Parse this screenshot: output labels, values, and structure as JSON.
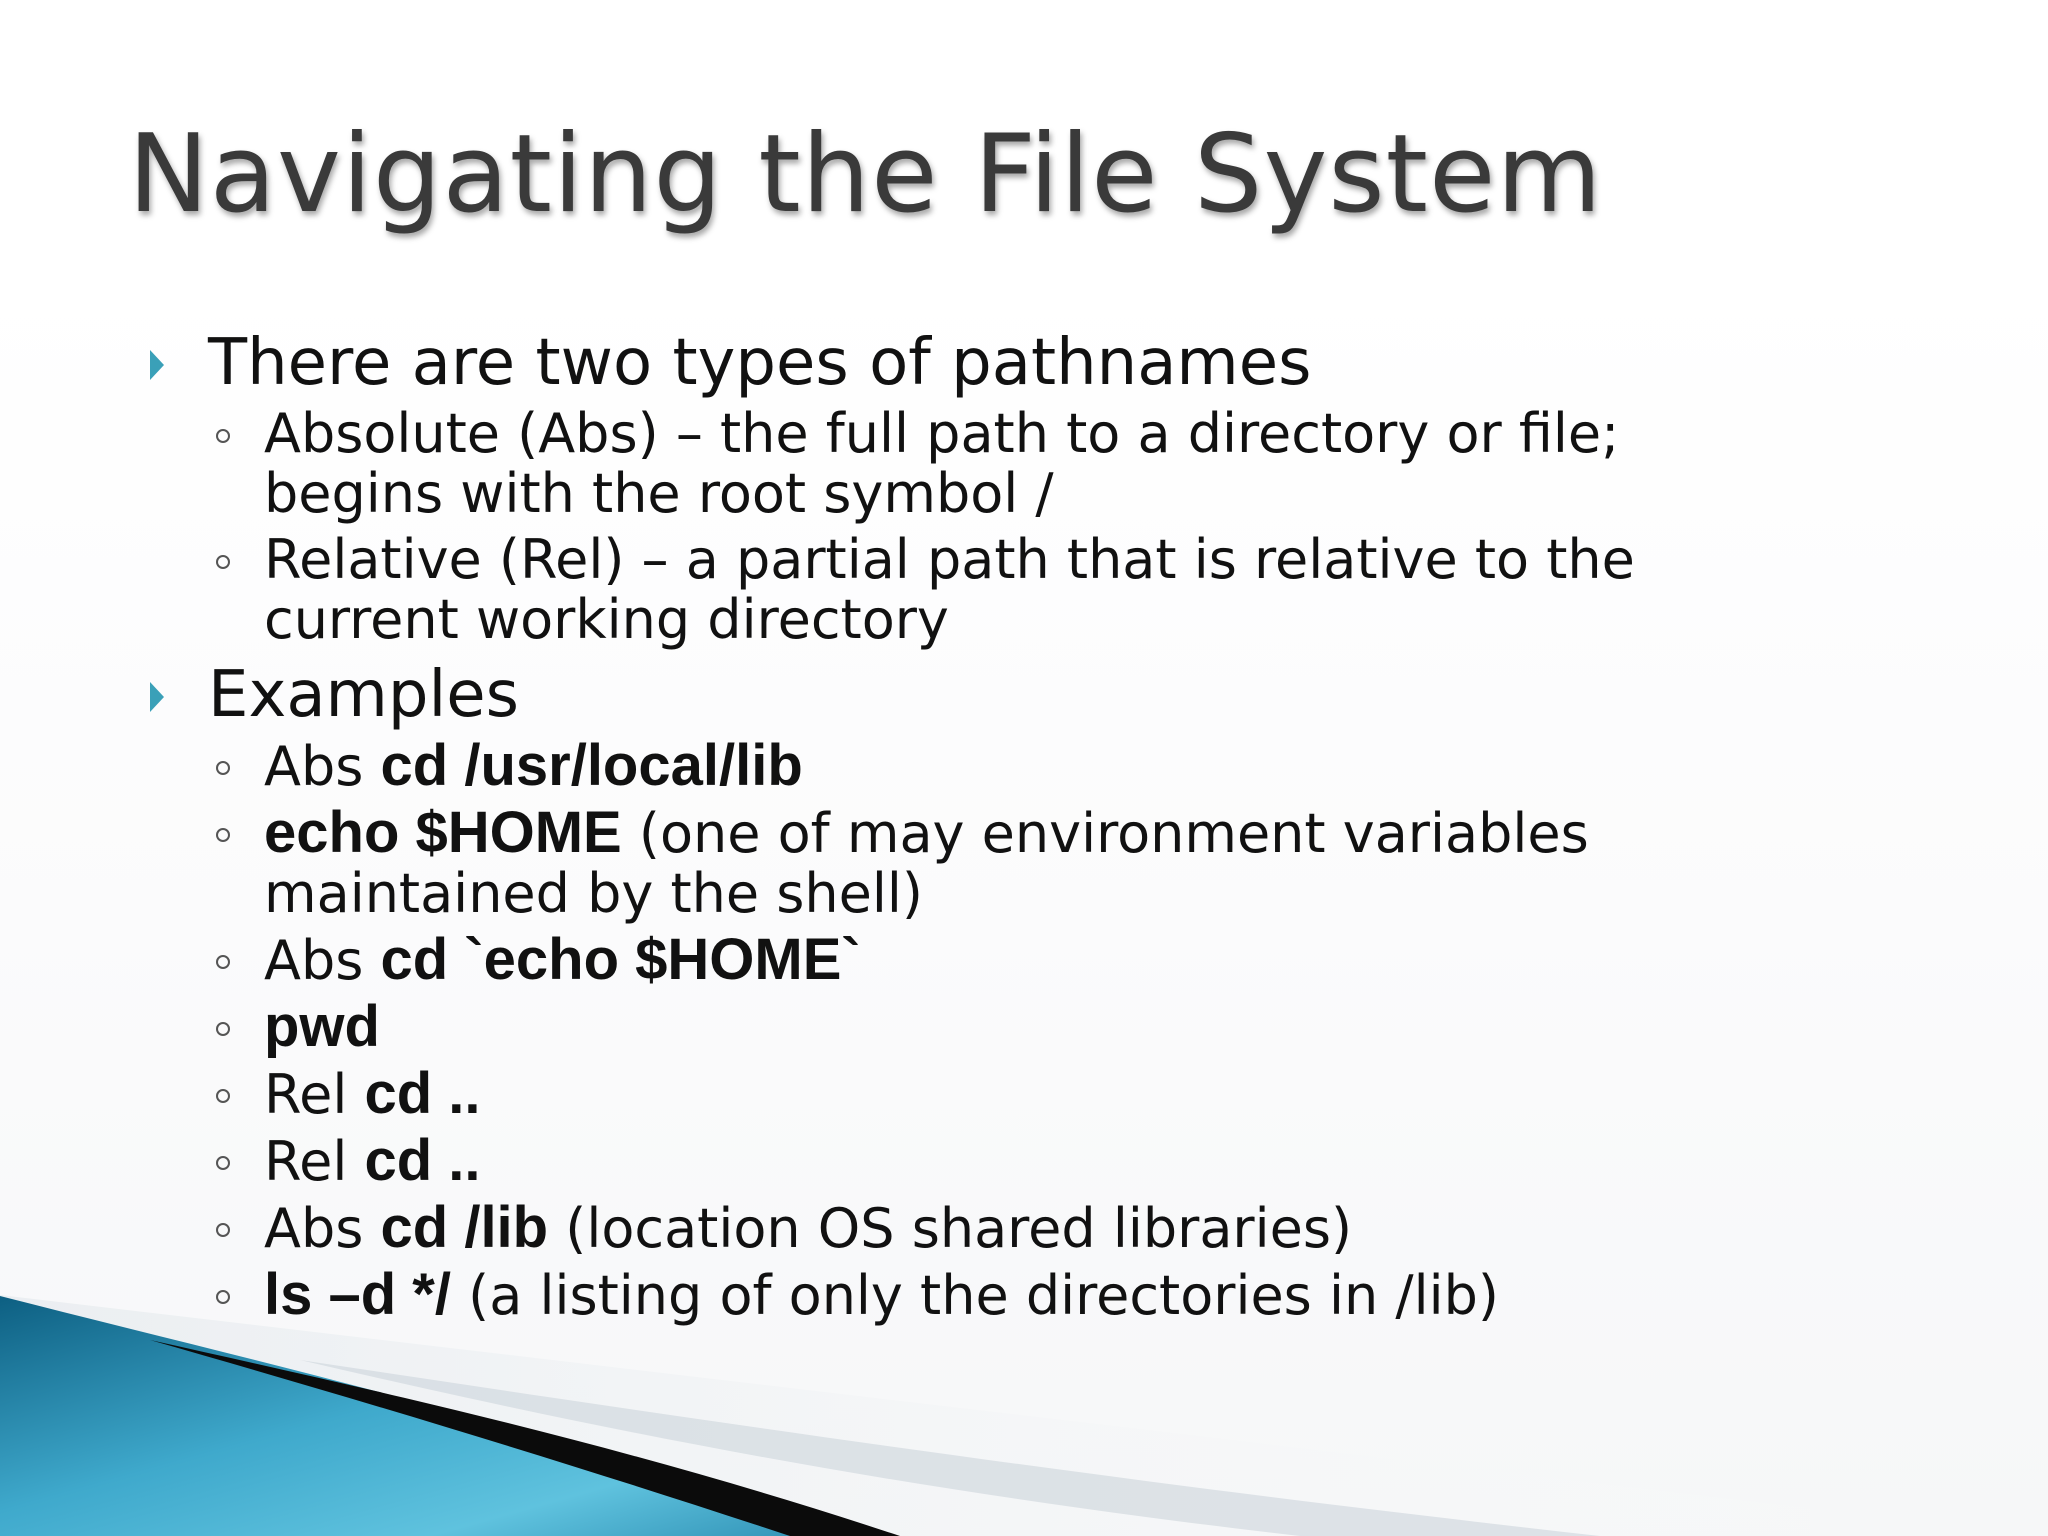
{
  "slide": {
    "title": "Navigating the File System",
    "colors": {
      "bullet": "#3aa0b8",
      "title": "#3a3a3a",
      "swoosh_light": "#5fc2de",
      "swoosh_dark": "#0d5f82"
    },
    "bullets": [
      {
        "text": "There are two types of pathnames",
        "sub": [
          {
            "lines": [
              "Absolute (Abs) – the full path to a directory or file;",
              "begins with the root symbol /"
            ]
          },
          {
            "lines": [
              "Relative (Rel) – a partial path that is relative to the",
              "current working directory"
            ]
          }
        ]
      },
      {
        "text": "Examples",
        "examples": [
          {
            "pre": "Abs ",
            "cmd": "cd /usr/local/lib",
            "post": ""
          },
          {
            "pre": "",
            "cmd": "echo $HOME",
            "post": " (one of may environment variables",
            "cont": "maintained by the shell)"
          },
          {
            "pre": "Abs ",
            "cmd": "cd `echo $HOME`",
            "post": ""
          },
          {
            "pre": "",
            "cmd": "pwd",
            "post": ""
          },
          {
            "pre": "Rel ",
            "cmd": "cd ..",
            "post": ""
          },
          {
            "pre": "Rel ",
            "cmd": "cd ..",
            "post": ""
          },
          {
            "pre": "Abs ",
            "cmd": "cd /lib",
            "post": " (location OS shared libraries)"
          },
          {
            "pre": "",
            "cmd": "ls –d */",
            "post": " (a listing of only the directories in /lib)"
          }
        ]
      }
    ]
  }
}
